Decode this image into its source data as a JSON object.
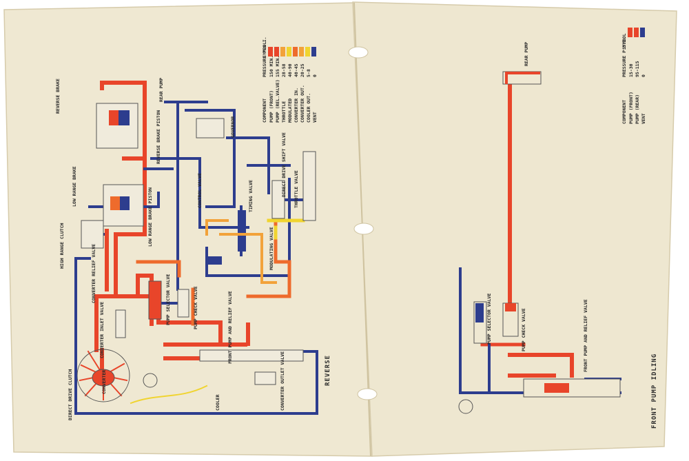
{
  "colors": {
    "background": "#ffffff",
    "paper": "#efe8d2",
    "paper_edge": "#d9cfb2",
    "pump_front": "#e8452a",
    "pump_rear": "#2d3d8e",
    "throttle": "#f2a23a",
    "modulated": "#f0d430",
    "converter_in": "#ee6b2c",
    "vent": "#2d3d8e"
  },
  "left_page": {
    "title": "REVERSE",
    "labels": [
      "REVERSE BRAKE",
      "REVERSE BRAKE PISTON",
      "LOW RANGE BRAKE",
      "LOW RANGE BRAKE PISTON",
      "HIGH RANGE CLUTCH",
      "DIRECT DRIVE CLUTCH",
      "CONVERTER",
      "CONVERTER RELIEF VALVE",
      "CONVERTER INLET VALVE",
      "PUMP SELECTOR VALVE",
      "PUMP CHECK VALVE",
      "FRONT PUMP AND RELIEF VALVE",
      "COOLER",
      "CONVERTER OUTLET VALVE",
      "REAR PUMP",
      "GOVERNOR",
      "CONTROL VALVE",
      "TIMING VALVE",
      "DIRECT DRIVE SHIFT VALVE",
      "THROTTLE VALVE",
      "MODULATING VALVE"
    ],
    "legend": {
      "headers": [
        "COMPONENT",
        "PRESSURE P.S.I.",
        "SYMBOL"
      ],
      "rows": [
        {
          "component": "PUMP (FRONT)",
          "pressure": "150 MIN."
        },
        {
          "component": "PUMP (REL.VALVE)",
          "pressure": "155 MIN."
        },
        {
          "component": "THROTTLE",
          "pressure": "28-58"
        },
        {
          "component": "MODULATED",
          "pressure": "40-90"
        },
        {
          "component": "CONVERTER IN.",
          "pressure": "40-45"
        },
        {
          "component": "CONVERTER OUT.",
          "pressure": "20-25"
        },
        {
          "component": "COOLER OUT.",
          "pressure": "5-8"
        },
        {
          "component": "VENT",
          "pressure": "0"
        }
      ]
    }
  },
  "right_page": {
    "title": "FRONT PUMP IDLING",
    "labels": [
      "REAR PUMP",
      "PUMP SELECTOR VALVE",
      "PUMP CHECK VALVE",
      "FRONT PUMP AND RELIEF VALVE"
    ],
    "legend": {
      "headers": [
        "COMPONENT",
        "PRESSURE P.S.I.",
        "SYMBOL"
      ],
      "rows": [
        {
          "component": "PUMP (FRONT)",
          "pressure": "15-30"
        },
        {
          "component": "PUMP (REAR)",
          "pressure": "95-115"
        },
        {
          "component": "VENT",
          "pressure": "0"
        }
      ]
    }
  }
}
